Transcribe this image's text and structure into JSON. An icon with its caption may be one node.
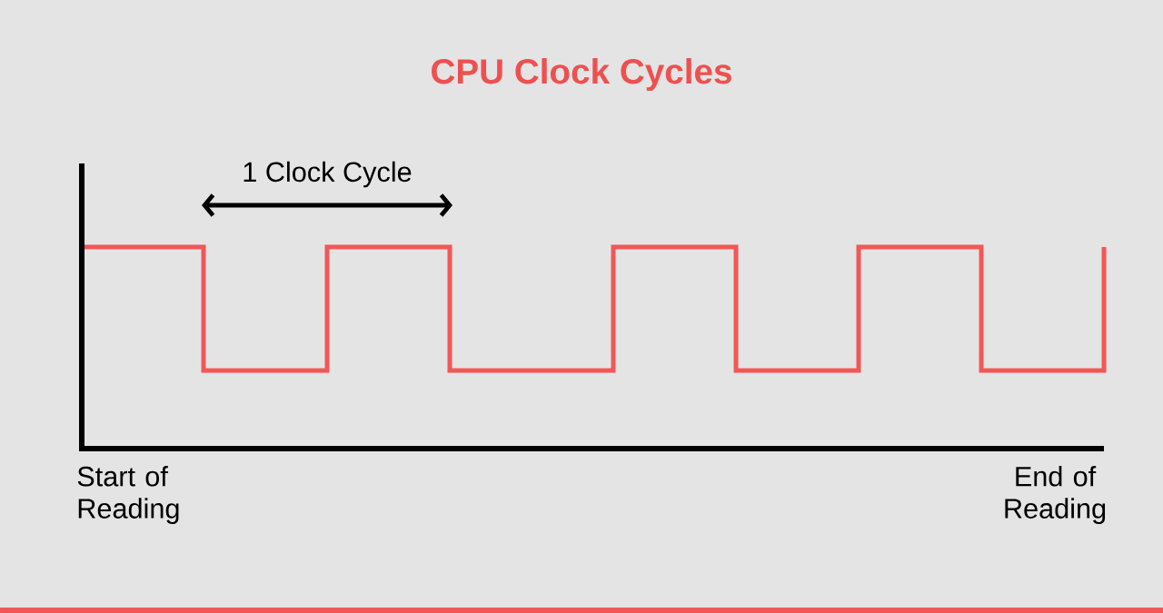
{
  "diagram": {
    "title": "CPU Clock Cycles",
    "labels": [
      "1 Clock Cycle",
      "Start of Reading",
      "End of Reading"
    ]
  }
}
